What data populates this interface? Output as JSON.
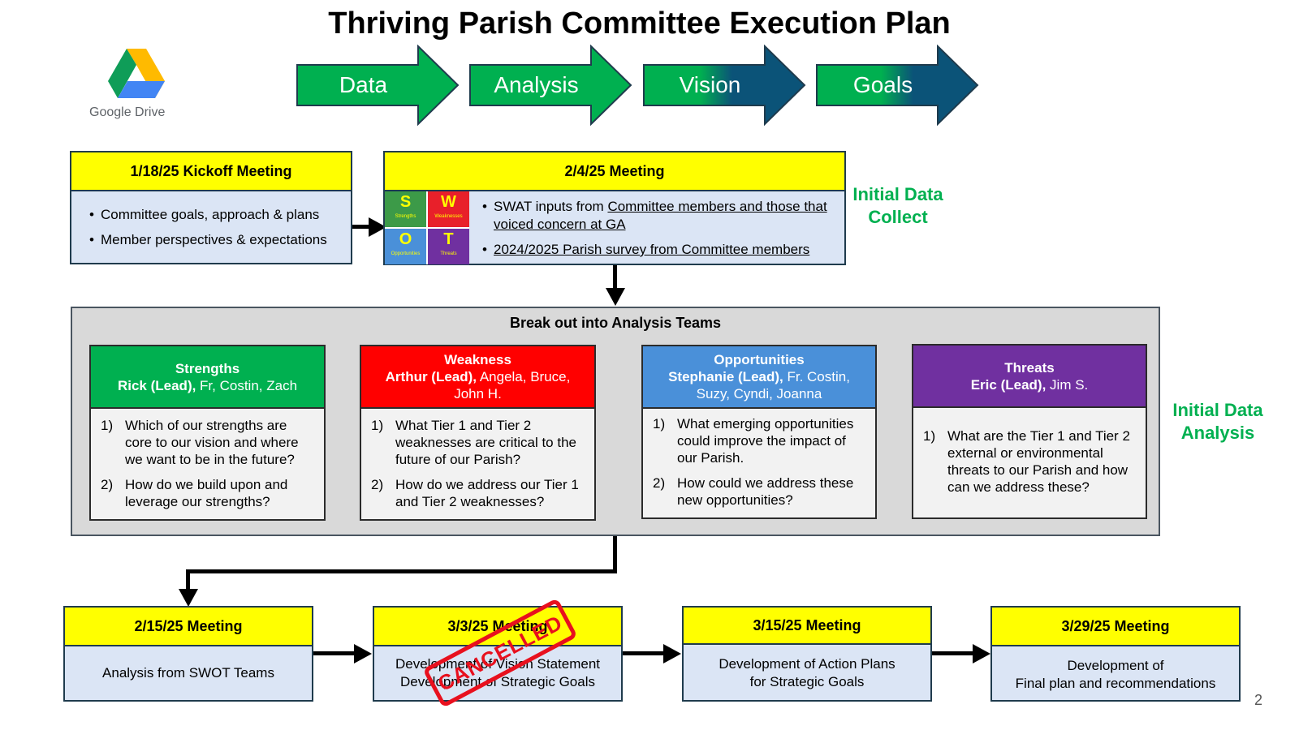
{
  "title": "Thriving Parish Committee Execution Plan",
  "logo_text": "Google Drive",
  "process_arrows": [
    "Data",
    "Analysis",
    "Vision",
    "Goals"
  ],
  "kickoff": {
    "header": "1/18/25 Kickoff Meeting",
    "bullets": [
      "Committee goals, approach & plans",
      "Member perspectives & expectations"
    ]
  },
  "meeting_feb4": {
    "header": "2/4/25 Meeting",
    "bullet1_prefix": "SWAT inputs from ",
    "bullet1_link": "Committee members and those that voiced concern at GA",
    "bullet2": "2024/2025 Parish survey from Committee members"
  },
  "swot_grid": {
    "s": "S",
    "s_sub": "Strengths",
    "w": "W",
    "w_sub": "Weaknesses",
    "o": "O",
    "o_sub": "Opportunities",
    "t": "T",
    "t_sub": "Threats"
  },
  "side_labels": {
    "collect": "Initial Data Collect",
    "analysis": "Initial Data Analysis"
  },
  "analysis_title": "Break out into Analysis Teams",
  "teams": {
    "strengths": {
      "title": "Strengths",
      "lead": "Rick (Lead),",
      "members": " Fr, Costin, Zach",
      "q1": "Which of our strengths are core to our vision and where we want to be in the future?",
      "q2": "How do we build upon and leverage our strengths?"
    },
    "weakness": {
      "title": "Weakness",
      "lead": "Arthur (Lead),",
      "members": " Angela, Bruce, John H.",
      "q1": "What Tier 1 and Tier 2 weaknesses are critical to the future of our Parish?",
      "q2": "How do we address our Tier 1 and Tier 2 weaknesses?"
    },
    "opportunities": {
      "title": "Opportunities",
      "lead": "Stephanie (Lead),",
      "members": " Fr. Costin, Suzy, Cyndi,  Joanna",
      "q1": "What emerging opportunities could improve the impact of our Parish.",
      "q2": "How could we address these new opportunities?"
    },
    "threats": {
      "title": "Threats",
      "lead": "Eric (Lead),",
      "members": " Jim S.",
      "q1": "What are the Tier 1 and Tier 2 external or environmental threats to our Parish and how can we address these?"
    }
  },
  "q_numbers": [
    "1)",
    "2)"
  ],
  "meetings": [
    {
      "header": "2/15/25 Meeting",
      "line1": "Analysis from SWOT Teams",
      "line2": ""
    },
    {
      "header": "3/3/25 Meeting",
      "line1": "Development of Vision Statement",
      "line2": "Development of Strategic Goals"
    },
    {
      "header": "3/15/25 Meeting",
      "line1": "Development of Action Plans",
      "line2": "for Strategic Goals"
    },
    {
      "header": "3/29/25 Meeting",
      "line1": "Development of",
      "line2": "Final plan and recommendations"
    }
  ],
  "cancelled_stamp": "CANCELLED",
  "page_number": "2",
  "colors": {
    "arrow_green": "#00b050",
    "arrow_blue": "#0b5378",
    "header_yellow": "#ffff00",
    "strengths": "#00b050",
    "weakness": "#ff0000",
    "opportunities": "#4a90d9",
    "threats": "#7030a0",
    "stamp_red": "#e8101e"
  }
}
